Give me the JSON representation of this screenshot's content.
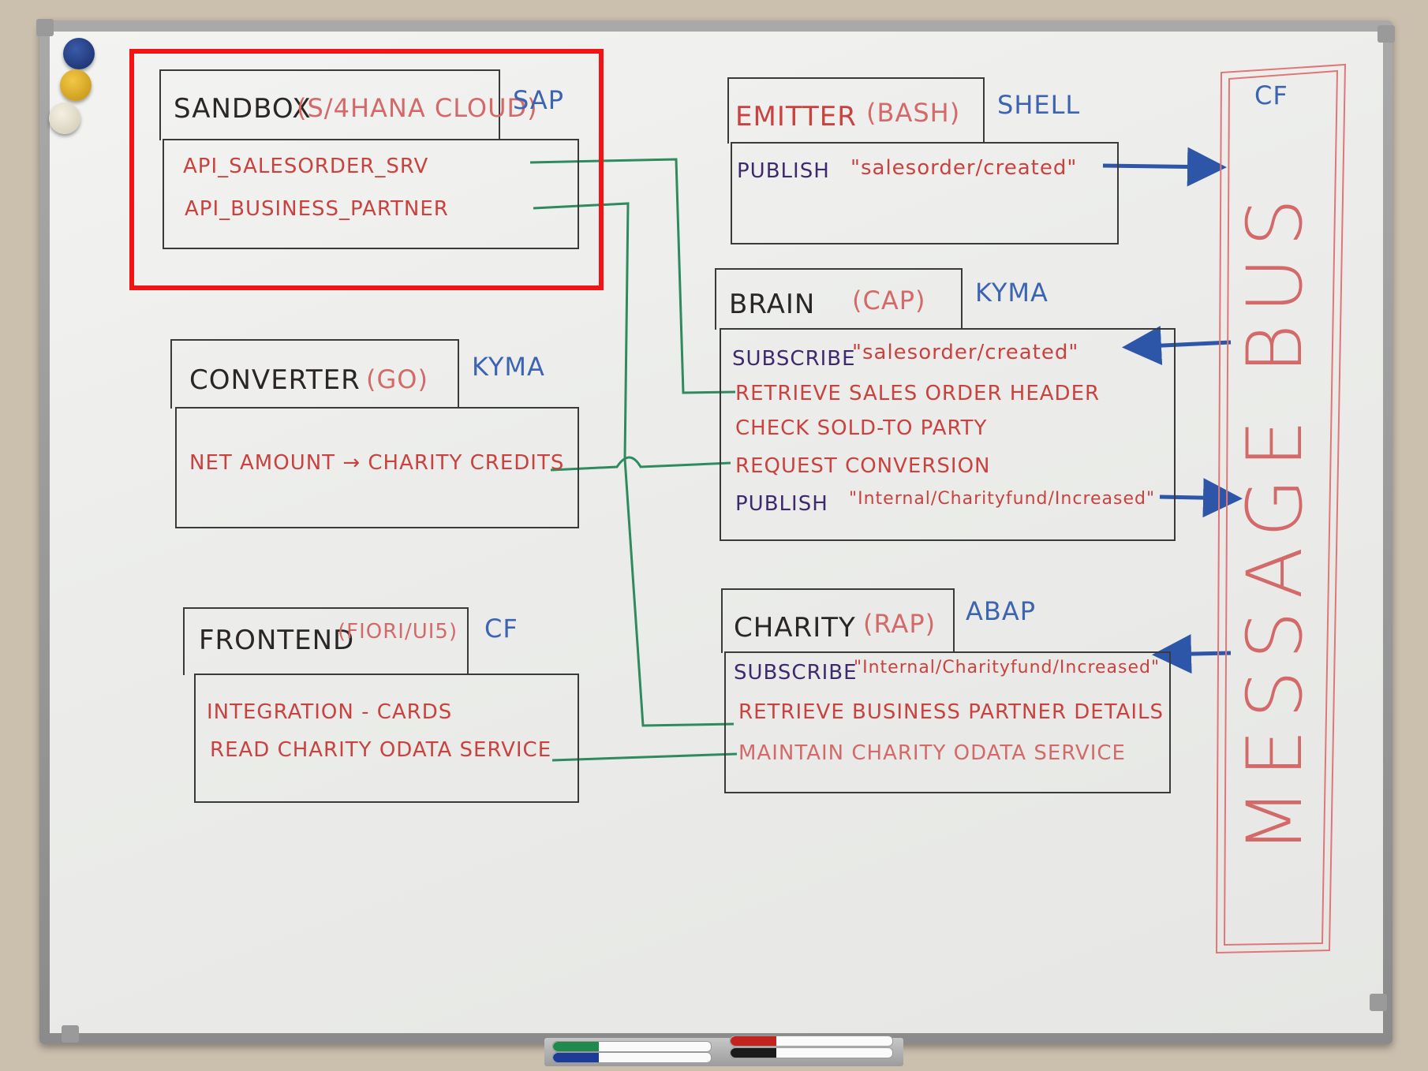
{
  "sandbox": {
    "title": "SANDBOX",
    "subtitle": "(S/4HANA CLOUD)",
    "platform": "SAP",
    "items": [
      "API_SALESORDER_SRV",
      "API_BUSINESS_PARTNER"
    ]
  },
  "converter": {
    "title": "CONVERTER",
    "subtitle": "(GO)",
    "platform": "KYMA",
    "items": [
      "NET AMOUNT → CHARITY CREDITS"
    ]
  },
  "frontend": {
    "title": "FRONTEND",
    "subtitle": "(FIORI/UI5)",
    "platform": "CF",
    "items": [
      "INTEGRATION - CARDS",
      "READ CHARITY ODATA SERVICE"
    ]
  },
  "emitter": {
    "title": "EMITTER",
    "subtitle": "(BASH)",
    "platform": "SHELL",
    "publish_keyword": "PUBLISH",
    "publish_topic": "\"salesorder/created\""
  },
  "brain": {
    "title": "BRAIN",
    "subtitle": "(CAP)",
    "platform": "KYMA",
    "subscribe_keyword": "SUBSCRIBE",
    "subscribe_topic": "\"salesorder/created\"",
    "steps": [
      "RETRIEVE SALES ORDER HEADER",
      "CHECK SOLD-TO PARTY",
      "REQUEST CONVERSION"
    ],
    "publish_keyword": "PUBLISH",
    "publish_topic": "\"Internal/Charityfund/Increased\""
  },
  "charity": {
    "title": "CHARITY",
    "subtitle": "(RAP)",
    "platform": "ABAP",
    "subscribe_keyword": "SUBSCRIBE",
    "subscribe_topic": "\"Internal/Charityfund/Increased\"",
    "steps": [
      "RETRIEVE BUSINESS PARTNER DETAILS",
      "MAINTAIN CHARITY ODATA SERVICE"
    ]
  },
  "message_bus": {
    "label": "MESSAGE BUS",
    "platform": "CF"
  },
  "colors": {
    "highlight": "#f21414",
    "wire": "#2f8a5e",
    "arrow": "#2e56a8",
    "marker_red": "#c9423f",
    "marker_blue": "#3d64b0"
  }
}
